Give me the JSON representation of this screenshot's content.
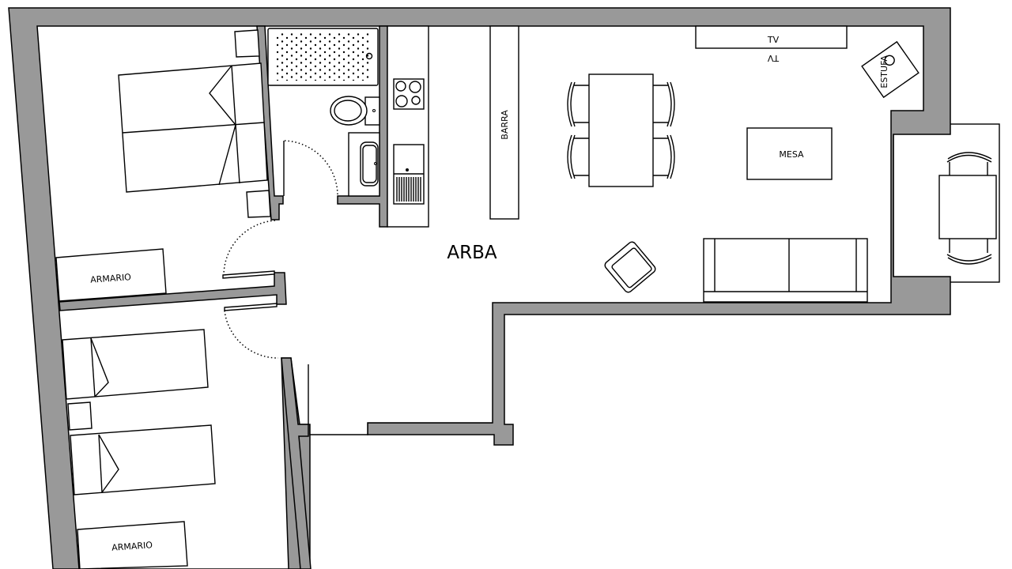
{
  "plan": {
    "title": "ARBA",
    "labels": {
      "wardrobe_1": "ARMARIO",
      "wardrobe_2": "ARMARIO",
      "bar": "BARRA",
      "tv": "TV",
      "tv_mirrored": "TV",
      "stove": "ESTUFA",
      "coffee_table": "MESA"
    },
    "colors": {
      "wall": "#999999",
      "line": "#000000",
      "background": "#ffffff"
    }
  }
}
